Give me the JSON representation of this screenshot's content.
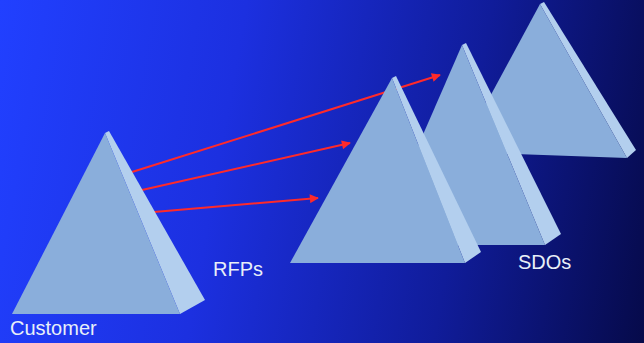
{
  "diagram": {
    "nodes": [
      {
        "text": [
          "Customer"
        ]
      },
      {
        "text": []
      },
      {
        "text": [
          "SDOs"
        ]
      },
      {
        "text": []
      }
    ],
    "edges": [
      {
        "from": 0,
        "to": 1,
        "arrow": "to"
      },
      {
        "from": 0,
        "to": 2,
        "arrow": "to"
      },
      {
        "from": 0,
        "to": 3,
        "arrow": "to"
      }
    ],
    "labels": [
      "RFPs"
    ]
  }
}
